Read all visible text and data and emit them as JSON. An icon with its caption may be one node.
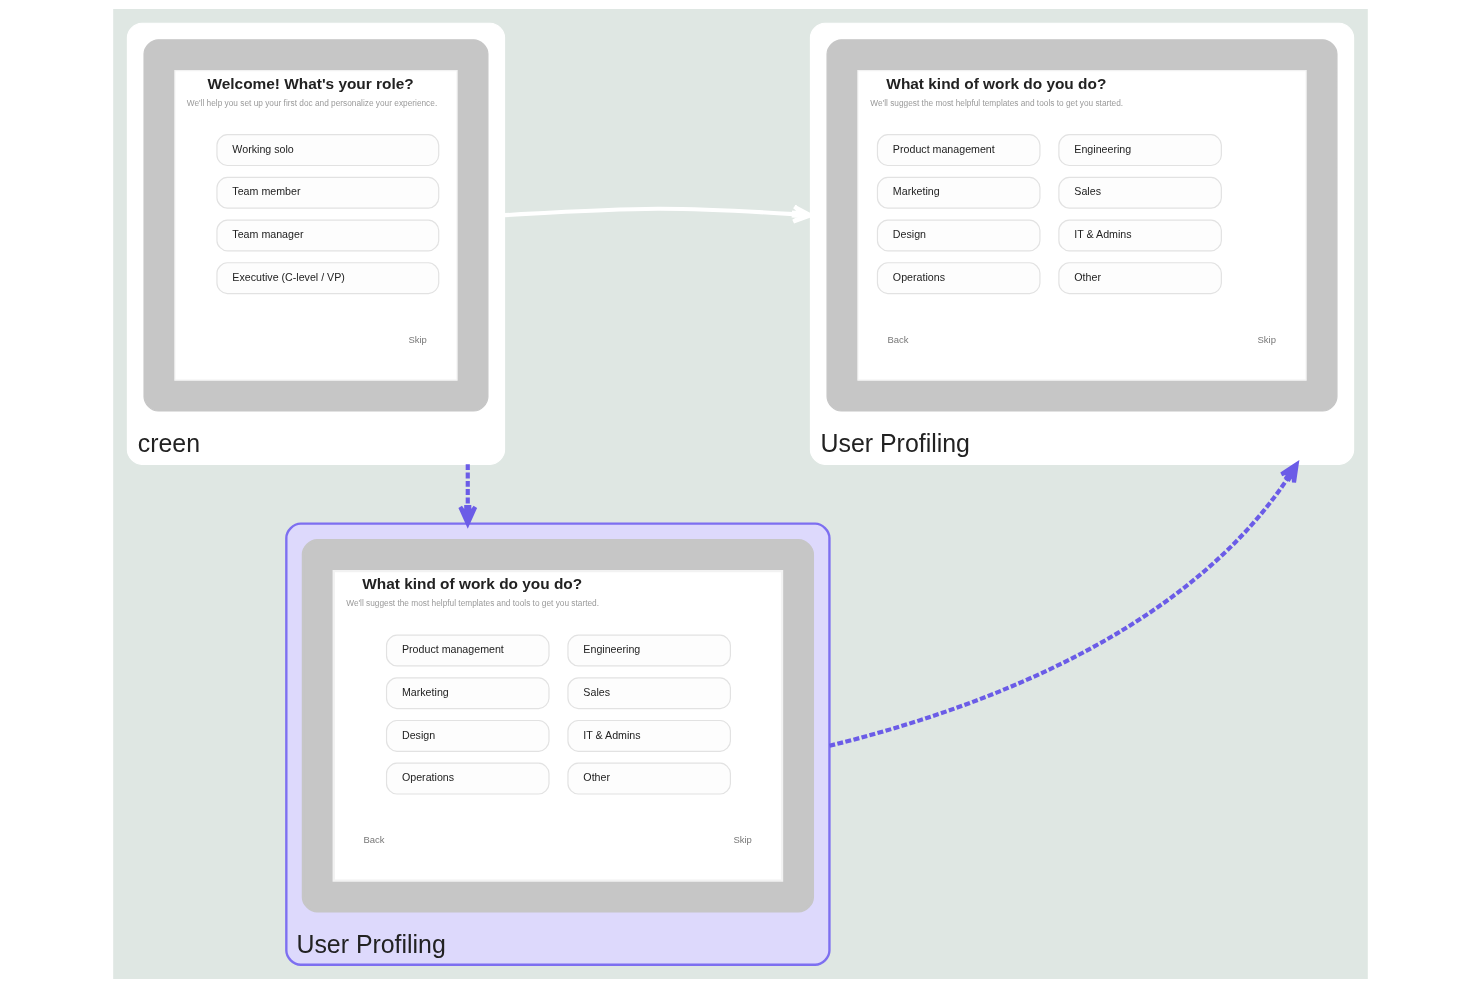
{
  "diagram": {
    "nodes": [
      {
        "text": [
          "creen"
        ]
      },
      {
        "text": [],
        "shape": "box",
        "in": 0
      },
      {
        "text": [
          "Welcome! What's your role?",
          "We'll help you set up your first doc and personalize your experience.",
          "Skip"
        ],
        "in": 1
      },
      {
        "text": [
          "Working solo"
        ],
        "in": 2
      },
      {
        "text": [
          "Team member"
        ],
        "in": 2
      },
      {
        "text": [
          "Team manager"
        ],
        "in": 2
      },
      {
        "text": [
          "Executive (C-level / VP)"
        ],
        "in": 2
      },
      {
        "text": [
          "User Profiling"
        ]
      },
      {
        "text": [],
        "shape": "box",
        "in": 7
      },
      {
        "text": [
          "What kind of work do you do?",
          "We'll suggest the most helpful templates and tools to get you started.",
          "Back",
          "Skip"
        ],
        "in": 8
      },
      {
        "text": [
          "Product management"
        ],
        "in": 9
      },
      {
        "text": [
          "Engineering"
        ],
        "in": 9
      },
      {
        "text": [
          "Marketing"
        ],
        "in": 9
      },
      {
        "text": [
          "Sales"
        ],
        "in": 9
      },
      {
        "text": [
          "Design"
        ],
        "in": 9
      },
      {
        "text": [
          "IT & Admins"
        ],
        "in": 9
      },
      {
        "text": [
          "Operations"
        ],
        "in": 9
      },
      {
        "text": [
          "Other"
        ],
        "in": 9
      },
      {
        "text": [
          "User Profiling"
        ]
      },
      {
        "text": [],
        "shape": "box",
        "in": 18
      },
      {
        "text": [
          "What kind of work do you do?",
          "We'll suggest the most helpful templates and tools to get you started.",
          "Back",
          "Skip"
        ],
        "in": 19
      },
      {
        "text": [
          "Product management"
        ],
        "in": 20
      },
      {
        "text": [
          "Engineering"
        ],
        "in": 20
      },
      {
        "text": [
          "Marketing"
        ],
        "in": 20
      },
      {
        "text": [
          "Sales"
        ],
        "in": 20
      },
      {
        "text": [
          "Design"
        ],
        "in": 20
      },
      {
        "text": [
          "IT & Admins"
        ],
        "in": 20
      },
      {
        "text": [
          "Operations"
        ],
        "in": 20
      },
      {
        "text": [
          "Other"
        ],
        "in": 20
      }
    ],
    "edges": [
      {
        "from": 0,
        "to": 7,
        "arrow": "to",
        "color": "#ffffff"
      },
      {
        "from": 0,
        "to": 18,
        "arrow": "to",
        "style": "dashed"
      },
      {
        "from": 18,
        "to": 7,
        "arrow": "to",
        "style": "dashed"
      }
    ]
  }
}
